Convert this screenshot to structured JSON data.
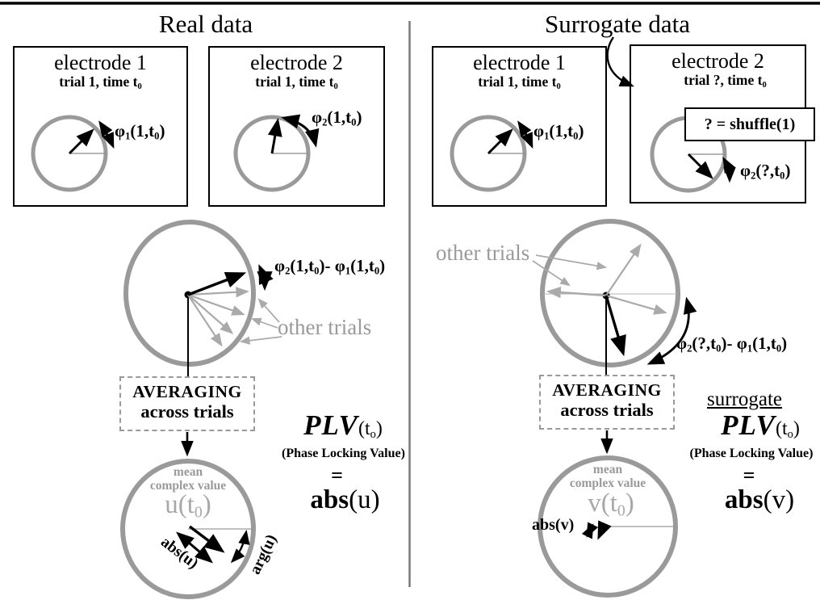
{
  "palette": {
    "circle_gray": "#9a9a9a",
    "arrow_gray": "#aaaaaa",
    "text_gray": "#9a9a9a",
    "ink": "#000000"
  },
  "left": {
    "title": "Real data",
    "electrode1": {
      "name": "electrode 1",
      "trial": [
        {
          "t": "trial 1, time t"
        },
        {
          "t": "0",
          "s": "sub"
        }
      ],
      "phase": [
        {
          "t": "φ"
        },
        {
          "t": "1",
          "s": "sub"
        },
        {
          "t": "(1,t"
        },
        {
          "t": "0",
          "s": "sub"
        },
        {
          "t": ")"
        }
      ]
    },
    "electrode2": {
      "name": "electrode 2",
      "trial": [
        {
          "t": "trial 1, time t"
        },
        {
          "t": "0",
          "s": "sub"
        }
      ],
      "phase": [
        {
          "t": "φ"
        },
        {
          "t": "2",
          "s": "sub"
        },
        {
          "t": "(1,t"
        },
        {
          "t": "0",
          "s": "sub"
        },
        {
          "t": ")"
        }
      ]
    },
    "mid": {
      "diff": [
        {
          "t": "φ"
        },
        {
          "t": "2",
          "s": "sub"
        },
        {
          "t": "(1,t"
        },
        {
          "t": "0",
          "s": "sub"
        },
        {
          "t": ")- "
        },
        {
          "t": "φ"
        },
        {
          "t": "1",
          "s": "sub"
        },
        {
          "t": "(1,t"
        },
        {
          "t": "0",
          "s": "sub"
        },
        {
          "t": ")"
        }
      ],
      "other_trials": "other trials"
    },
    "averaging": {
      "line1": "AVERAGING",
      "line2": "across trials"
    },
    "mean": {
      "caption1": "mean",
      "caption2": "complex value",
      "value": [
        {
          "t": "u(t"
        },
        {
          "t": "0",
          "s": "sub"
        },
        {
          "t": ")"
        }
      ],
      "abs_rot": "abs(u)",
      "arg_rot": "arg(u)"
    },
    "plv": {
      "name": "PLV",
      "arg": [
        {
          "t": "(t"
        },
        {
          "t": "o",
          "s": "sub"
        },
        {
          "t": ")"
        }
      ],
      "caption": "(Phase Locking Value)",
      "equals": "=",
      "value": [
        {
          "t": "abs",
          "s": "b"
        },
        {
          "t": "(u)"
        }
      ]
    }
  },
  "right": {
    "title": "Surrogate data",
    "electrode1": {
      "name": "electrode 1",
      "trial": [
        {
          "t": "trial 1, time t"
        },
        {
          "t": "0",
          "s": "sub"
        }
      ],
      "phase": [
        {
          "t": "φ"
        },
        {
          "t": "1",
          "s": "sub"
        },
        {
          "t": "(1,t"
        },
        {
          "t": "0",
          "s": "sub"
        },
        {
          "t": ")"
        }
      ]
    },
    "electrode2": {
      "name": "electrode 2",
      "trial": [
        {
          "t": "trial ?",
          "s": "b"
        },
        {
          "t": ", time t"
        },
        {
          "t": "0",
          "s": "sub"
        }
      ],
      "shuffle": [
        {
          "t": "?",
          "s": "b"
        },
        {
          "t": " = shuffle(1)"
        }
      ],
      "phase": [
        {
          "t": "φ"
        },
        {
          "t": "2",
          "s": "sub"
        },
        {
          "t": "(?,t"
        },
        {
          "t": "0",
          "s": "sub"
        },
        {
          "t": ")"
        }
      ]
    },
    "mid": {
      "diff": [
        {
          "t": "φ"
        },
        {
          "t": "2",
          "s": "sub"
        },
        {
          "t": "(?,t"
        },
        {
          "t": "0",
          "s": "sub"
        },
        {
          "t": ")- "
        },
        {
          "t": "φ"
        },
        {
          "t": "1",
          "s": "sub"
        },
        {
          "t": "(1,t"
        },
        {
          "t": "0",
          "s": "sub"
        },
        {
          "t": ")"
        }
      ],
      "other_trials": "other trials"
    },
    "averaging": {
      "line1": "AVERAGING",
      "line2": "across trials"
    },
    "mean": {
      "caption1": "mean",
      "caption2": "complex value",
      "value": [
        {
          "t": "v(t"
        },
        {
          "t": "0",
          "s": "sub"
        },
        {
          "t": ")"
        }
      ],
      "abs_label": "abs(v)"
    },
    "plv": {
      "surrogate": "surrogate",
      "name": "PLV",
      "arg": [
        {
          "t": "(t"
        },
        {
          "t": "o",
          "s": "sub"
        },
        {
          "t": ")"
        }
      ],
      "caption": "(Phase Locking Value)",
      "equals": "=",
      "value": [
        {
          "t": "abs",
          "s": "b"
        },
        {
          "t": "(v)"
        }
      ]
    }
  }
}
